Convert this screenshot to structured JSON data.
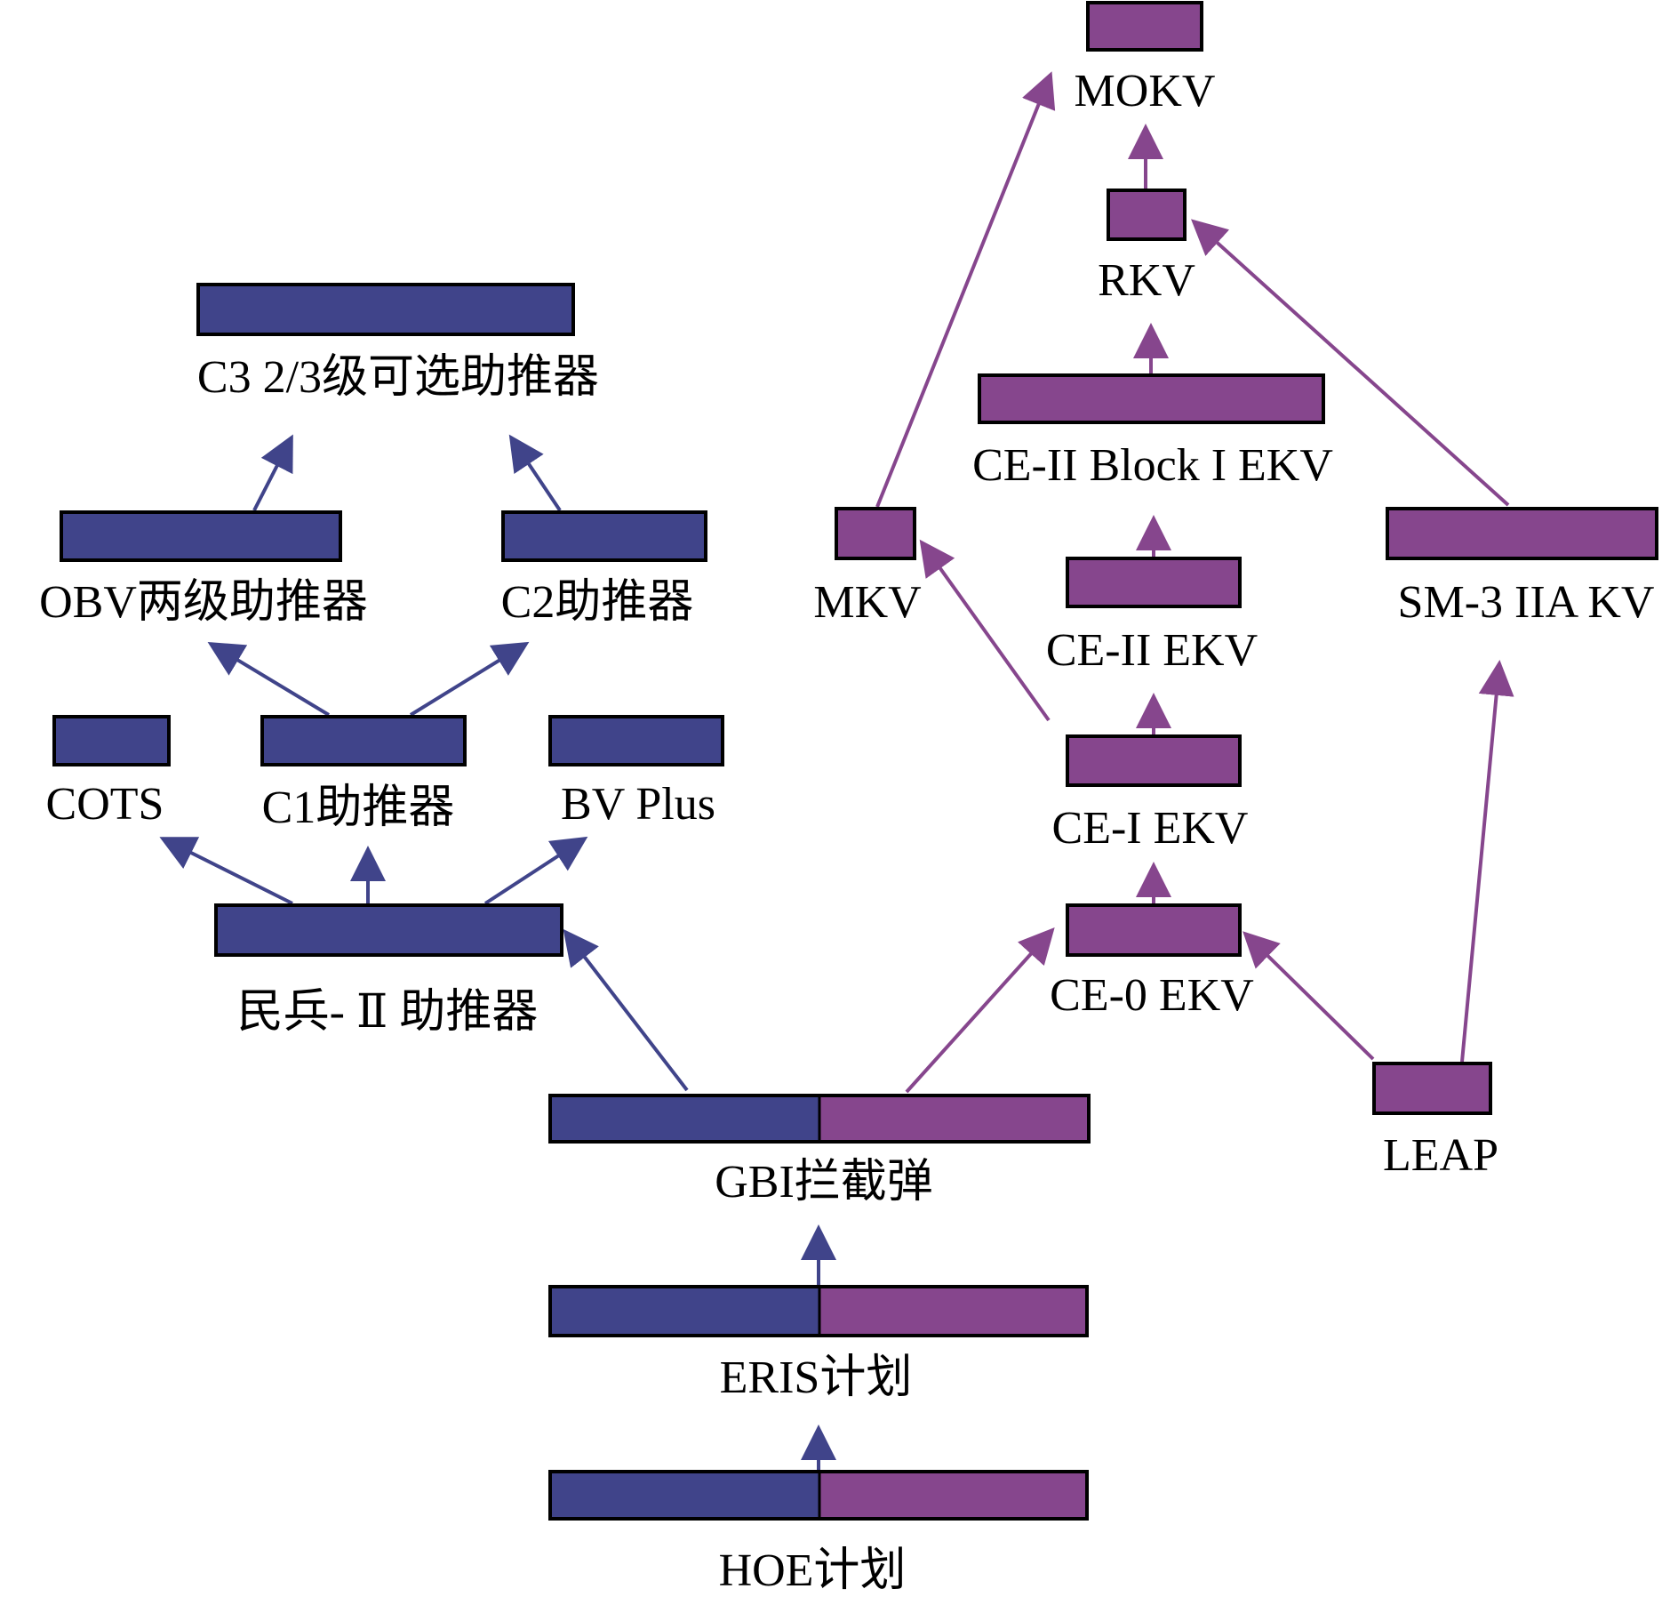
{
  "colors": {
    "booster": "#40448a",
    "kill_vehicle": "#86468d",
    "text": "#000000",
    "border": "#000000"
  },
  "nodes": {
    "c3": {
      "label": "C3 2/3级可选助推器",
      "kind": "booster"
    },
    "obv": {
      "label": "OBV两级助推器",
      "kind": "booster"
    },
    "c2": {
      "label": "C2助推器",
      "kind": "booster"
    },
    "cots": {
      "label": "COTS",
      "kind": "booster"
    },
    "c1": {
      "label": "C1助推器",
      "kind": "booster"
    },
    "bvplus": {
      "label": "BV Plus",
      "kind": "booster"
    },
    "minuteman": {
      "label": "民兵- Ⅱ 助推器",
      "kind": "booster"
    },
    "gbi": {
      "label": "GBI拦截弹",
      "kind": "split"
    },
    "eris": {
      "label": "ERIS计划",
      "kind": "split"
    },
    "hoe": {
      "label": "HOE计划",
      "kind": "split"
    },
    "mokv": {
      "label": "MOKV",
      "kind": "kill_vehicle"
    },
    "rkv": {
      "label": "RKV",
      "kind": "kill_vehicle"
    },
    "ce2b1": {
      "label": "CE-II Block I EKV",
      "kind": "kill_vehicle"
    },
    "mkv": {
      "label": "MKV",
      "kind": "kill_vehicle"
    },
    "sm3": {
      "label": "SM-3 IIA KV",
      "kind": "kill_vehicle"
    },
    "ce2": {
      "label": "CE-II EKV",
      "kind": "kill_vehicle"
    },
    "ce1": {
      "label": "CE-I EKV",
      "kind": "kill_vehicle"
    },
    "ce0": {
      "label": "CE-0 EKV",
      "kind": "kill_vehicle"
    },
    "leap": {
      "label": "LEAP",
      "kind": "kill_vehicle"
    }
  },
  "edges": [
    {
      "from": "hoe",
      "to": "eris",
      "kind": "booster"
    },
    {
      "from": "eris",
      "to": "gbi",
      "kind": "booster"
    },
    {
      "from": "gbi",
      "to": "minuteman",
      "kind": "booster"
    },
    {
      "from": "minuteman",
      "to": "cots",
      "kind": "booster"
    },
    {
      "from": "minuteman",
      "to": "c1",
      "kind": "booster"
    },
    {
      "from": "minuteman",
      "to": "bvplus",
      "kind": "booster"
    },
    {
      "from": "c1",
      "to": "obv",
      "kind": "booster"
    },
    {
      "from": "c1",
      "to": "c2",
      "kind": "booster"
    },
    {
      "from": "obv",
      "to": "c3",
      "kind": "booster"
    },
    {
      "from": "c2",
      "to": "c3",
      "kind": "booster"
    },
    {
      "from": "gbi",
      "to": "ce0",
      "kind": "kill_vehicle"
    },
    {
      "from": "leap",
      "to": "ce0",
      "kind": "kill_vehicle"
    },
    {
      "from": "leap",
      "to": "sm3",
      "kind": "kill_vehicle"
    },
    {
      "from": "ce0",
      "to": "ce1",
      "kind": "kill_vehicle"
    },
    {
      "from": "ce1",
      "to": "ce2",
      "kind": "kill_vehicle"
    },
    {
      "from": "ce1",
      "to": "mkv",
      "kind": "kill_vehicle"
    },
    {
      "from": "ce2",
      "to": "ce2b1",
      "kind": "kill_vehicle"
    },
    {
      "from": "ce2b1",
      "to": "rkv",
      "kind": "kill_vehicle"
    },
    {
      "from": "sm3",
      "to": "rkv",
      "kind": "kill_vehicle"
    },
    {
      "from": "rkv",
      "to": "mokv",
      "kind": "kill_vehicle"
    },
    {
      "from": "mkv",
      "to": "mokv",
      "kind": "kill_vehicle"
    }
  ]
}
